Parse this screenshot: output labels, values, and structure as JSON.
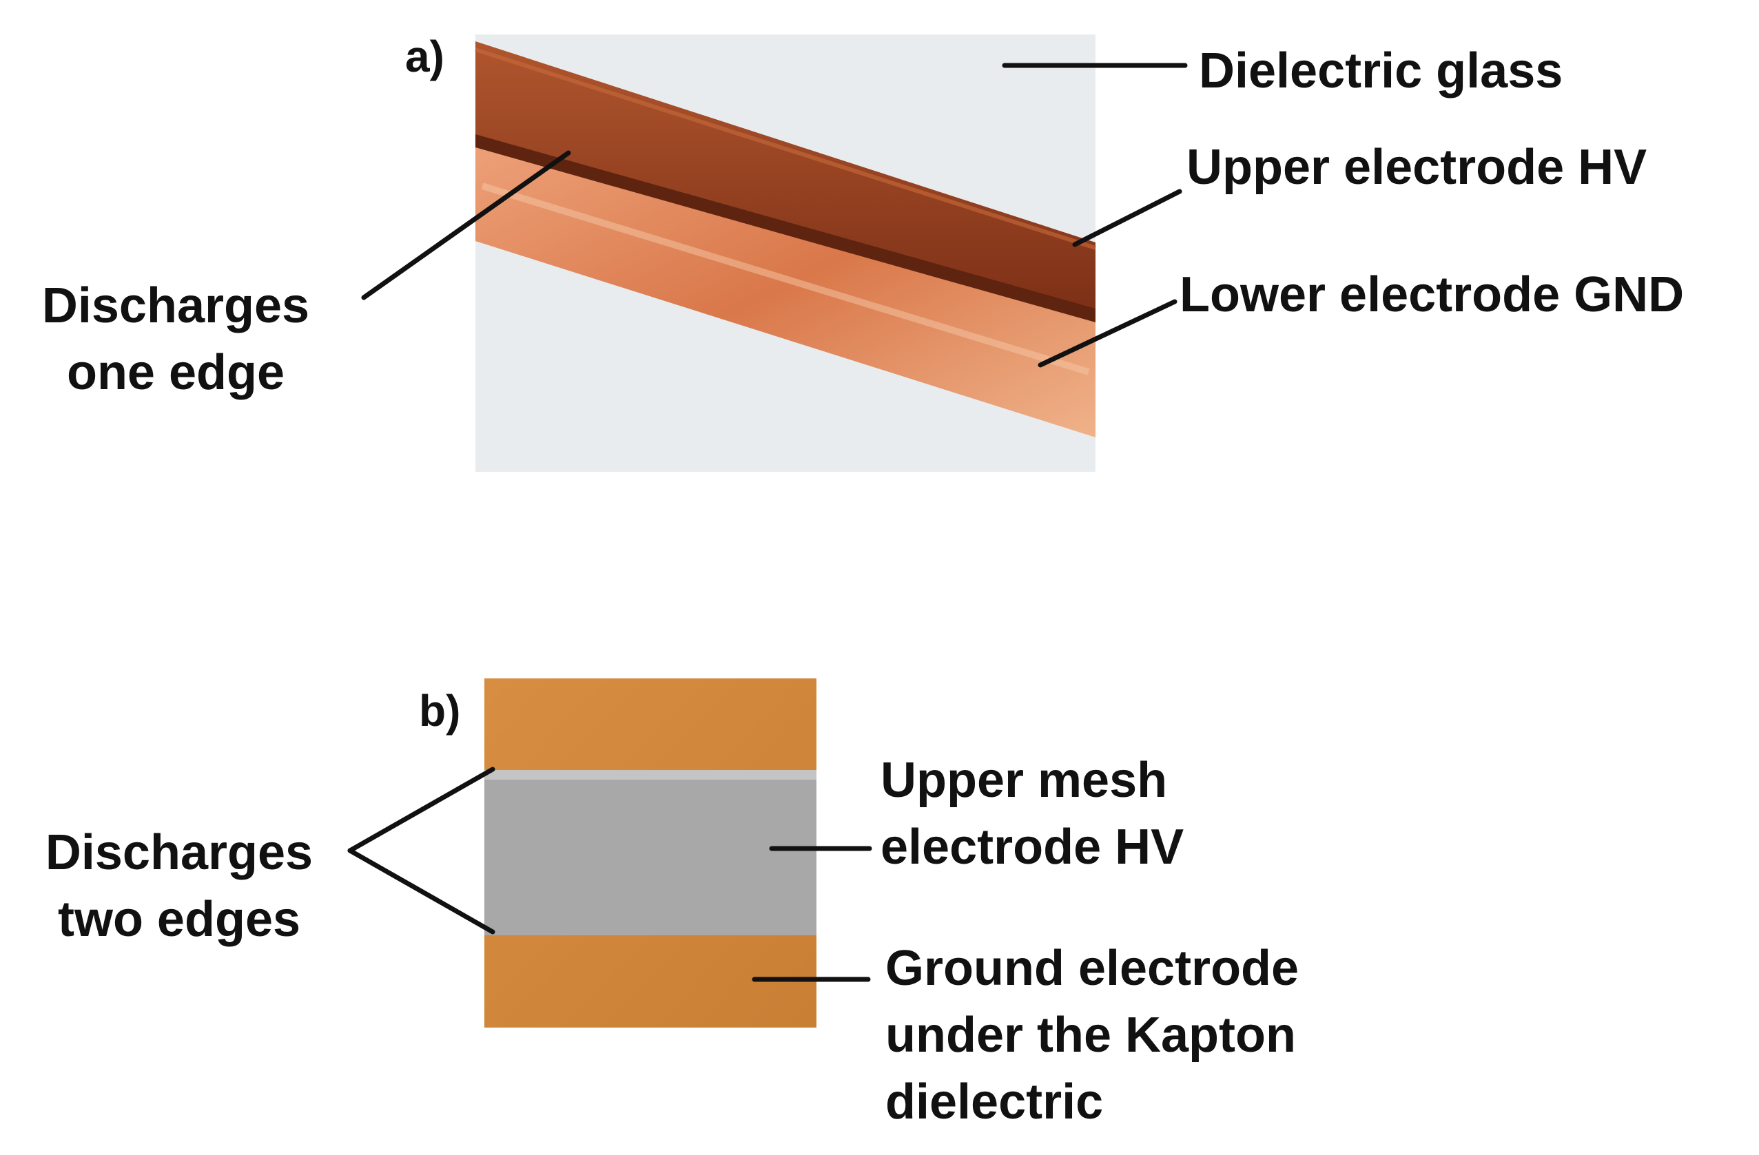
{
  "panel_a": {
    "tag": "a)",
    "labels": {
      "dielectric_glass": "Dielectric glass",
      "upper_electrode": "Upper electrode HV",
      "lower_electrode": "Lower electrode GND",
      "discharges_line1": "Discharges",
      "discharges_line2": "one edge"
    }
  },
  "panel_b": {
    "tag": "b)",
    "labels": {
      "discharges_line1": "Discharges",
      "discharges_line2": "two edges",
      "mesh_line1": "Upper mesh",
      "mesh_line2": "electrode HV",
      "ground_line1": "Ground electrode",
      "ground_line2": "under the Kapton",
      "ground_line3": "dielectric"
    }
  },
  "colors": {
    "copper_dark": "#8a3a1c",
    "copper_light": "#e89868",
    "glass": "#e8ecee",
    "kapton": "#d08a3c",
    "mesh": "#a8a8a8",
    "leader": "#111111"
  }
}
